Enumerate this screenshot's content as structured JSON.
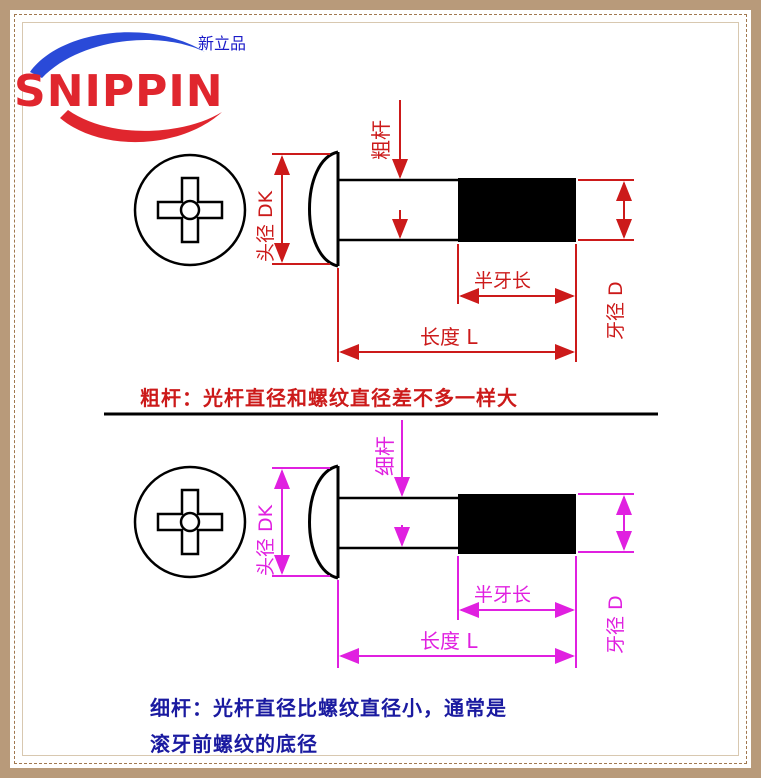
{
  "logo": {
    "brand": "SNIPPIN",
    "brand_cn": "新立品",
    "colors": {
      "red": "#e0262e",
      "blue": "#2a4ad8"
    }
  },
  "top_diagram": {
    "color": "#cc1a1a",
    "shank_label": "粗杆",
    "head_dia_label": "头径 DK",
    "half_thread_label": "半牙长",
    "thread_dia_label": "牙径 D",
    "length_label": "长度 L",
    "caption": "粗杆：光杆直径和螺纹直径差不多一样大"
  },
  "bottom_diagram": {
    "color": "#e020e0",
    "shank_label": "细杆",
    "head_dia_label": "头径 DK",
    "half_thread_label": "半牙长",
    "thread_dia_label": "牙径 D",
    "length_label": "长度 L",
    "caption_line1": "细杆：光杆直径比螺纹直径小，通常是",
    "caption_line2": "滚牙前螺纹的底径"
  }
}
